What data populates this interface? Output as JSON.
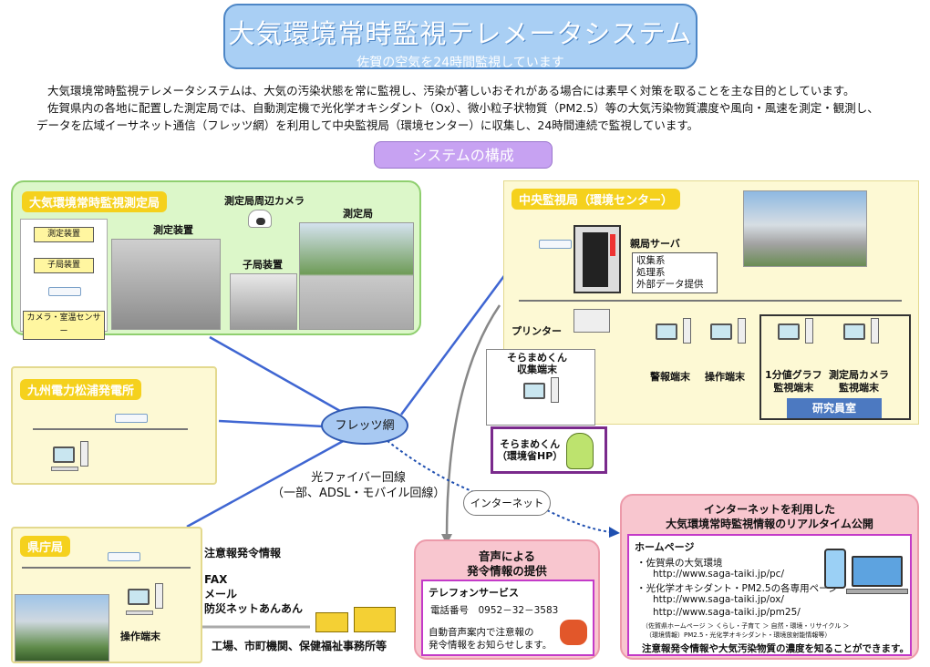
{
  "header": {
    "title": "大気環境常時監視テレメータシステム",
    "subtitle": "佐賀の空気を24時間監視しています"
  },
  "intro": {
    "line1": "大気環境常時監視テレメータシステムは、大気の汚染状態を常に監視し、汚染が著しいおそれがある場合には素早く対策を取ることを主な目的としています。",
    "line2": "佐賀県内の各地に配置した測定局では、自動測定機で光化学オキシダント（Ox）、微小粒子状物質（PM2.5）等の大気汚染物質濃度や風向・風速を測定・観測し、",
    "line3": "データを広域イーサネット通信（フレッツ網）を利用して中央監視局（環境センター）に収集し、24時間連続で監視しています。"
  },
  "section_title": "システムの構成",
  "station": {
    "tag": "大気環境常時監視測定局",
    "camera_label": "測定局周辺カメラ",
    "device_label": "測定装置",
    "sub_device_label": "子局装置",
    "station_label": "測定局",
    "box_measure": "測定装置",
    "box_sub": "子局装置",
    "box_camera": "カメラ・室温センサー"
  },
  "kyuden": {
    "tag": "九州電力松浦発電所"
  },
  "network": {
    "flets": "フレッツ網",
    "fiber_line1": "光ファイバー回線",
    "fiber_line2": "（一部、ADSL・モバイル回線）",
    "internet": "インターネット"
  },
  "pref": {
    "tag": "県庁局",
    "terminal": "操作端末",
    "alert_info": "注意報発令情報",
    "channels": [
      "FAX",
      "メール",
      "防災ネットあんあん"
    ],
    "recipients": "工場、市町機関、保健福祉事務所等"
  },
  "center": {
    "tag": "中央監視局（環境センター）",
    "server": "親局サーバ",
    "server_funcs": [
      "収集系",
      "処理系",
      "外部データ提供"
    ],
    "printer": "プリンター",
    "soramame_collect": "そらまめくん\n収集端末",
    "soramame_hp": "そらまめくん\n（環境省HP）",
    "alarm_terminal": "警報端末",
    "operation_terminal": "操作端末",
    "graph_terminal": "1分値グラフ\n監視端末",
    "camera_terminal": "測定局カメラ\n監視端末",
    "research_room": "研究員室"
  },
  "voice": {
    "title1": "音声による",
    "title2": "発令情報の提供",
    "service": "テレフォンサービス",
    "phone": "電話番号　0952－32－3583",
    "desc1": "自動音声案内で注意報の",
    "desc2": "発令情報をお知らせします。"
  },
  "web": {
    "title1": "インターネットを利用した",
    "title2": "大気環境常時監視情報のリアルタイム公開",
    "homepage": "ホームページ",
    "item1": "・佐賀県の大気環境",
    "url1": "http://www.saga-taiki.jp/pc/",
    "item2": "・光化学オキシダント・PM2.5の各専用ページ",
    "url2": "http://www.saga-taiki.jp/ox/",
    "url3": "http://www.saga-taiki.jp/pm25/",
    "note1": "（佐賀県ホームページ ＞ くらし・子育て ＞ 自然・環境・リサイクル ＞",
    "note2": "（環境情報）PM2.5・光化学オキシダント・環境放射能情報等）",
    "footer": "注意報発令情報や大気汚染物質の濃度を知ることができます。"
  }
}
